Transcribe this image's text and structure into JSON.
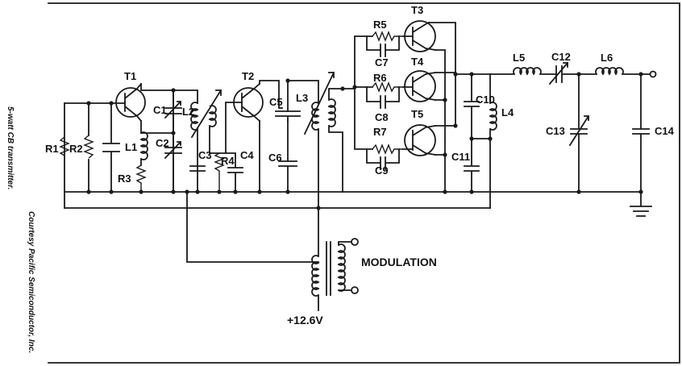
{
  "caption": "5-watt CB transmitter.",
  "credit": "Courtesy Pacific Semiconductor, Inc.",
  "labels": {
    "T1": "T1",
    "T2": "T2",
    "T3": "T3",
    "T4": "T4",
    "T5": "T5",
    "R1": "R1",
    "R2": "R2",
    "R3": "R3",
    "R4": "R4",
    "R5": "R5",
    "R6": "R6",
    "R7": "R7",
    "C1": "C1",
    "C2": "C2",
    "C3": "C3",
    "C4": "C4",
    "C5": "C5",
    "C6": "C6",
    "C7": "C7",
    "C8": "C8",
    "C9": "C9",
    "C10": "C10",
    "C11": "C11",
    "C12": "C12",
    "C13": "C13",
    "C14": "C14",
    "L1": "L1",
    "L2": "L2",
    "L3": "L3",
    "L4": "L4",
    "L5": "L5",
    "L6": "L6"
  },
  "modulation": "MODULATION",
  "supply": "+12.6V",
  "colors": {
    "ink": "#1a1a1a",
    "background": "#ffffff"
  }
}
